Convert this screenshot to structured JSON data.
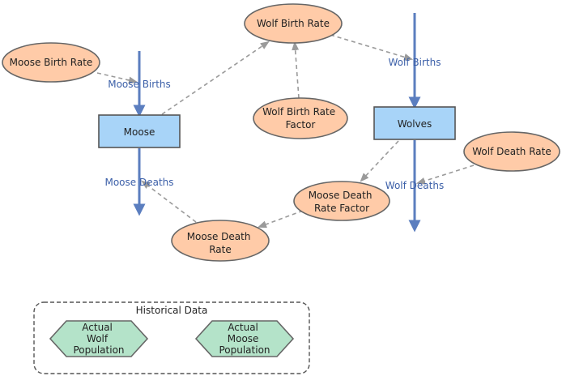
{
  "colors": {
    "stock_fill": "#a8d4f8",
    "stock_stroke": "#555555",
    "variable_fill": "#ffcba8",
    "variable_stroke": "#666666",
    "converter_fill": "#b4e3c9",
    "converter_stroke": "#666666",
    "flow_color": "#5b7ebf",
    "link_color": "#9a9a9a",
    "flow_label_color": "#3b5fa8"
  },
  "stocks": {
    "moose": "Moose",
    "wolves": "Wolves"
  },
  "flows": {
    "moose_births": "Moose Births",
    "moose_deaths": "Moose Deaths",
    "wolf_births": "Wolf Births",
    "wolf_deaths": "Wolf Deaths"
  },
  "variables": {
    "moose_birth_rate": "Moose Birth Rate",
    "wolf_birth_rate": "Wolf Birth Rate",
    "wolf_birth_rate_factor": [
      "Wolf Birth Rate",
      "Factor"
    ],
    "wolf_death_rate": "Wolf Death Rate",
    "moose_death_rate_factor": [
      "Moose Death",
      "Rate Factor"
    ],
    "moose_death_rate": [
      "Moose Death",
      "Rate"
    ]
  },
  "group": {
    "label": "Historical Data",
    "actual_wolf_population": [
      "Actual",
      "Wolf",
      "Population"
    ],
    "actual_moose_population": [
      "Actual",
      "Moose",
      "Population"
    ]
  }
}
